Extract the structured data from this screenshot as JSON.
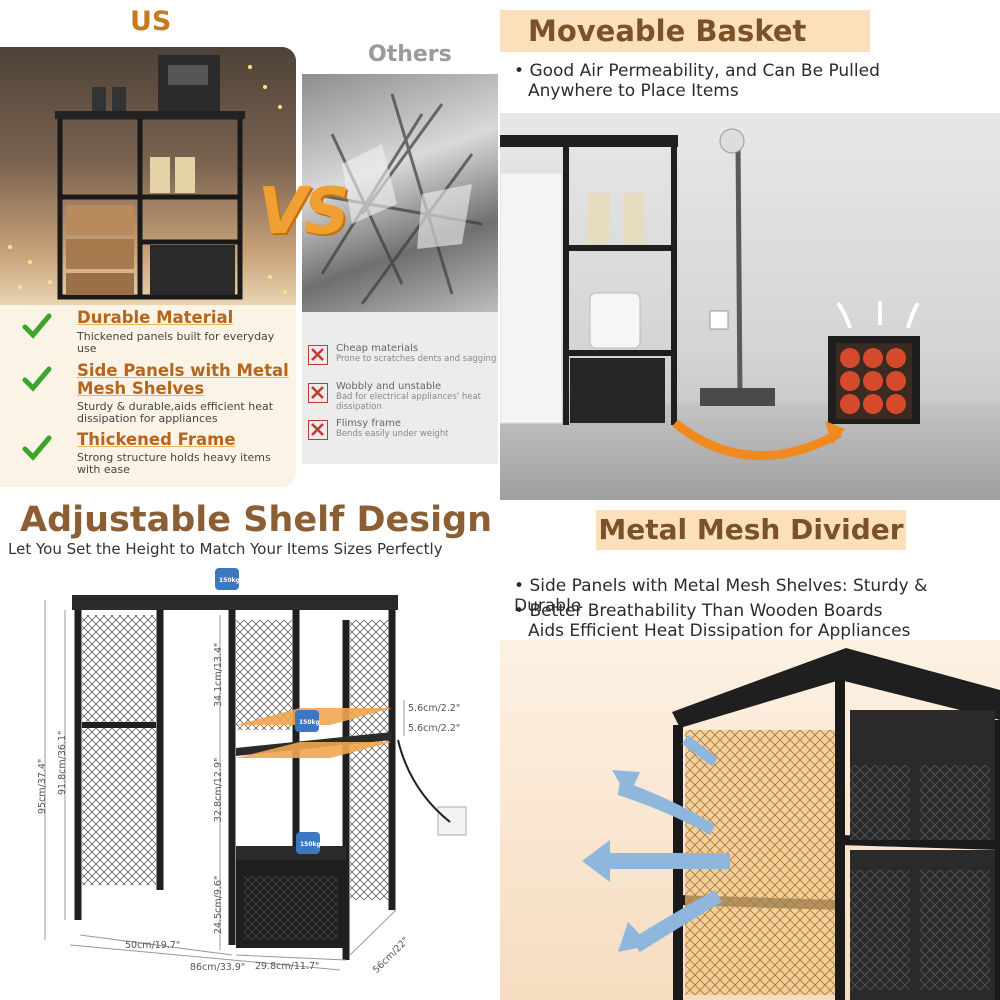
{
  "comparison": {
    "us_label": "US",
    "others_label": "Others",
    "vs_label": "VS",
    "us_features": [
      {
        "title": "Durable Material",
        "desc": "Thickened panels built for everyday use"
      },
      {
        "title": "Side Panels with Metal Mesh Shelves",
        "desc": "Sturdy & durable,aids efficient heat dissipation for appliances"
      },
      {
        "title": "Thickened Frame",
        "desc": "Strong structure holds heavy items with ease"
      }
    ],
    "others_issues": [
      {
        "title": "Cheap materials",
        "desc": "Prone to scratches dents and sagging"
      },
      {
        "title": "Wobbly and unstable",
        "desc": "Bad for electrical appliances' heat dissipation"
      },
      {
        "title": "Flimsy frame",
        "desc": "Bends easily under weight"
      }
    ]
  },
  "basket": {
    "title": "Moveable Basket",
    "bullets": [
      "Good Air Permeability, and Can Be Pulled",
      "Anywhere to Place Items"
    ]
  },
  "shelf": {
    "title": "Adjustable Shelf Design",
    "subtitle": "Let You Set the Height to Match Your Items Sizes Perfectly",
    "weight_label": "150kg",
    "dims": {
      "gap_top": "5.6cm/2.2\"",
      "gap_bottom": "5.6cm/2.2\"",
      "height_upper": "34.1cm/13.4\"",
      "height_middle": "32.8cm/12.9\"",
      "height_lower": "24.5cm/9.6\"",
      "inner_height": "91.8cm/36.1\"",
      "total_height": "95cm/37.4\"",
      "inner_width": "50cm/19.7\"",
      "total_width": "86cm/33.9\"",
      "drawer_width": "29.8cm/11.7\"",
      "depth": "56cm/22\""
    }
  },
  "mesh": {
    "title": "Metal Mesh Divider",
    "bullets": [
      "Side Panels with Metal Mesh Shelves: Sturdy & Durable",
      "Better Breathability Than Wooden Boards",
      "Aids Efficient Heat Dissipation for Appliances"
    ]
  },
  "colors": {
    "accent": "#c8781e",
    "banner": "#fbe0bb",
    "check": "#3aa52a",
    "cross": "#c0392b",
    "frame": "#1f1f1f",
    "wood": "#f0a650",
    "air_arrow": "#8fb7de"
  },
  "icons": [
    "check-icon",
    "cross-icon",
    "weight-icon",
    "airflow-arrow-icon",
    "outlet-icon",
    "move-arrow-icon"
  ]
}
